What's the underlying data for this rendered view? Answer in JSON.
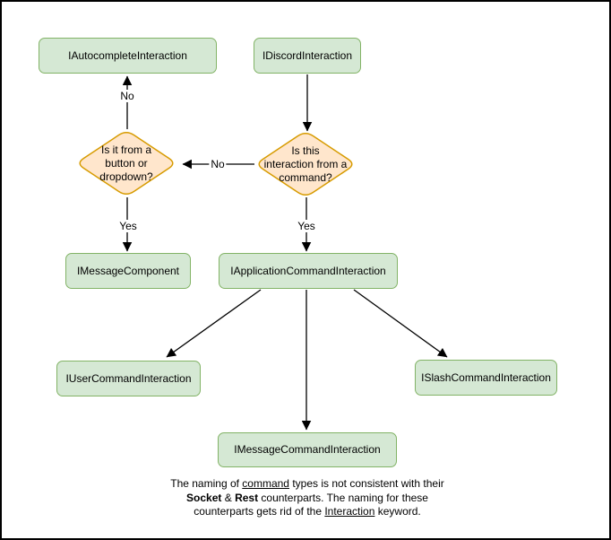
{
  "diagram": {
    "nodes": {
      "autocomplete": {
        "label": "IAutocompleteInteraction"
      },
      "discord": {
        "label": "IDiscordInteraction"
      },
      "decision_component": {
        "label": "Is it from a\nbutton or\ndropdown?"
      },
      "decision_command": {
        "label": "Is this\ninteraction from a\ncommand?"
      },
      "message_component": {
        "label": "IMessageComponent"
      },
      "application_command": {
        "label": "IApplicationCommandInteraction"
      },
      "user_command": {
        "label": "IUserCommandInteraction"
      },
      "slash_command": {
        "label": "ISlashCommandInteraction"
      },
      "message_command": {
        "label": "IMessageCommandInteraction"
      }
    },
    "edge_labels": {
      "no_to_autocomplete": "No",
      "no_to_component_decision": "No",
      "yes_to_message_component": "Yes",
      "yes_to_application_command": "Yes"
    },
    "colors": {
      "node_fill": "#d5e8d4",
      "node_border": "#82b366",
      "decision_fill": "#ffe6cc",
      "decision_border": "#d79b00",
      "edge": "#000000"
    }
  },
  "caption": {
    "line1": [
      "The naming of ",
      "command",
      " types is not consistent with their"
    ],
    "line2": [
      "Socket",
      " & ",
      "Rest",
      " counterparts. The naming for these"
    ],
    "line3": [
      "counterparts gets rid of the ",
      "Interaction",
      " keyword."
    ]
  }
}
